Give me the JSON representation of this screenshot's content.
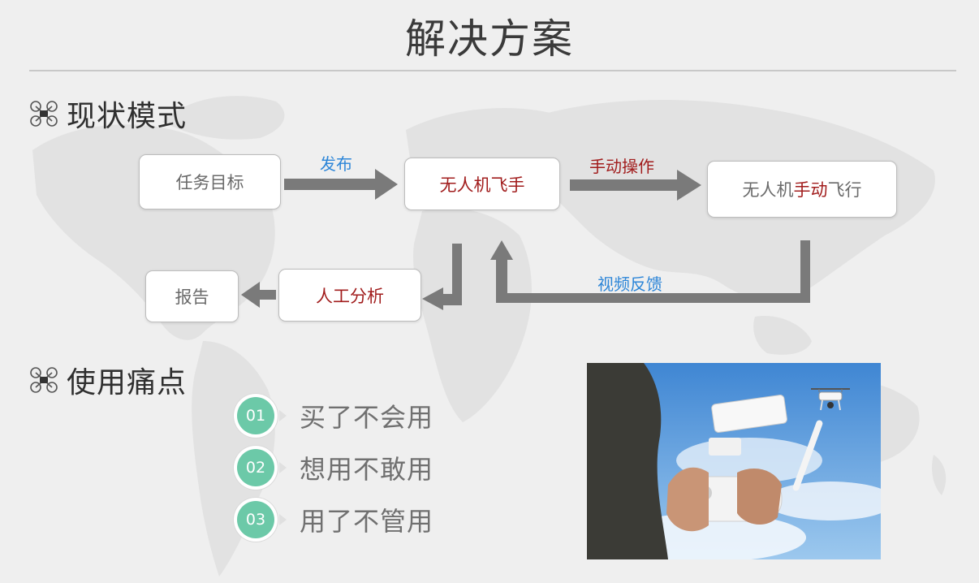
{
  "title": "解决方案",
  "section1": {
    "heading": "现状模式",
    "icon": "drone-icon"
  },
  "flow": {
    "task_goal": "任务目标",
    "publish_label": "发布",
    "pilot": "无人机飞手",
    "manual_op_label": "手动操作",
    "manual_flight_prefix": "无人机",
    "manual_flight_highlight": "手动",
    "manual_flight_suffix": "飞行",
    "video_feedback_label": "视频反馈",
    "manual_analysis": "人工分析",
    "report": "报告"
  },
  "section2": {
    "heading": "使用痛点",
    "icon": "drone-icon"
  },
  "pain_points": [
    {
      "num": "01",
      "text": "买了不会用"
    },
    {
      "num": "02",
      "text": "想用不敢用"
    },
    {
      "num": "03",
      "text": "用了不管用"
    }
  ],
  "colors": {
    "badge": "#6cc9a8",
    "arrow": "#7a7a7a",
    "highlight_red": "#a11c1c",
    "label_blue": "#2d86d8",
    "sky": "#5b9fdc"
  },
  "photo": {
    "subject": "hands-holding-drone-remote-controller-with-drone-in-sky"
  }
}
